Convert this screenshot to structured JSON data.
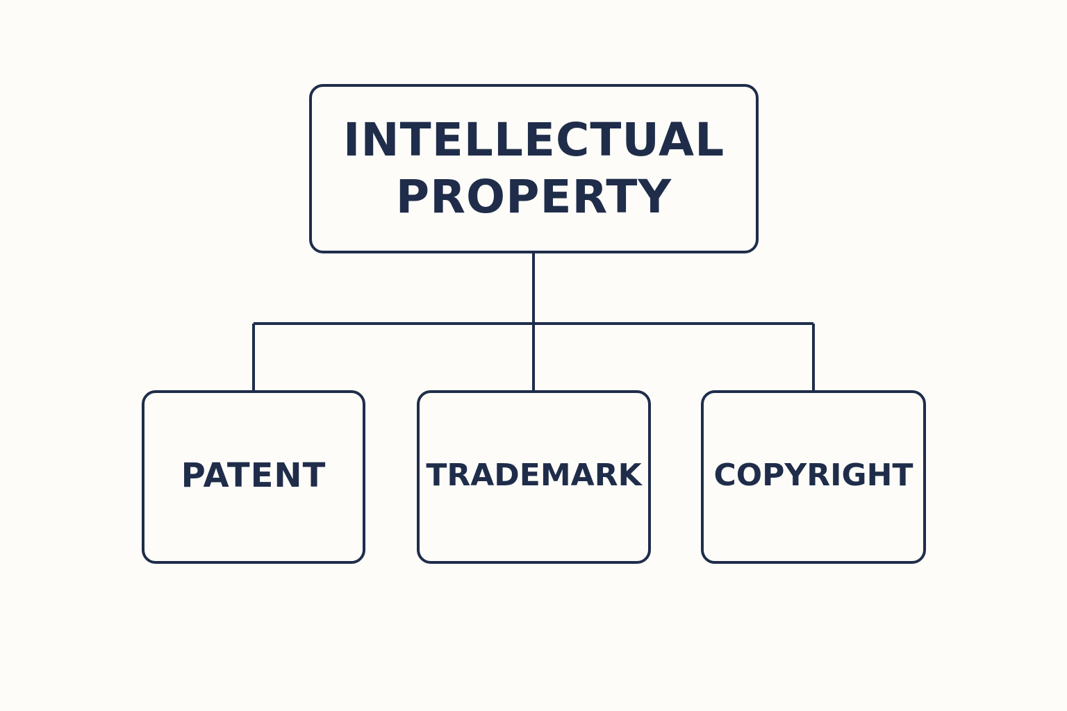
{
  "diagram": {
    "root": {
      "label": "INTELLECTUAL\nPROPERTY"
    },
    "children": [
      {
        "label": "PATENT"
      },
      {
        "label": "TRADEMARK"
      },
      {
        "label": "COPYRIGHT"
      }
    ]
  },
  "colors": {
    "background": "#fdfcf8",
    "stroke": "#1f2d4a",
    "text": "#1f2d4a"
  }
}
